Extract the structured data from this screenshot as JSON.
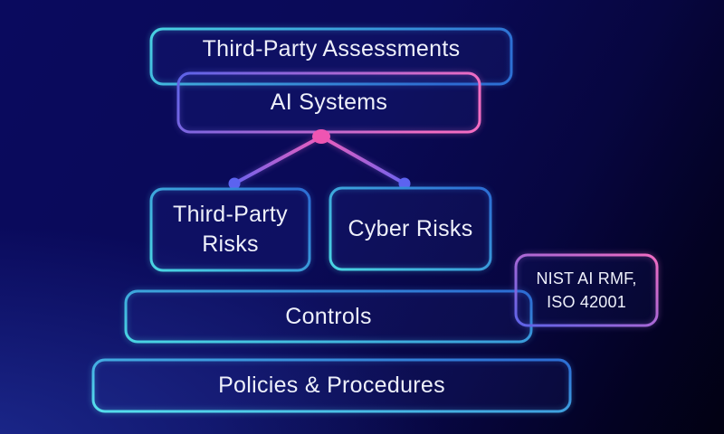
{
  "diagram": {
    "title_hint": "AI governance stack diagram",
    "nodes": [
      {
        "id": "third-party-assessments",
        "label": "Third-Party Assessments",
        "border": "cyan-to-blue"
      },
      {
        "id": "ai-systems",
        "label": "AI Systems",
        "border": "violet-to-pink"
      },
      {
        "id": "third-party-risks",
        "lines": [
          "Third-Party",
          "Risks"
        ],
        "border": "cyan-to-blue"
      },
      {
        "id": "cyber-risks",
        "label": "Cyber Risks",
        "border": "cyan-to-blue"
      },
      {
        "id": "controls",
        "label": "Controls",
        "border": "cyan-to-blue"
      },
      {
        "id": "nist-ai-rmf-iso-42001",
        "lines": [
          "NIST AI RMF,",
          "ISO 42001"
        ],
        "border": "blue-to-pink"
      },
      {
        "id": "policies-procedures",
        "label": "Policies & Procedures",
        "border": "cyan-to-blue"
      }
    ],
    "edges": [
      {
        "from": "ai-systems",
        "to": "third-party-risks"
      },
      {
        "from": "ai-systems",
        "to": "cyber-risks"
      }
    ]
  },
  "palette": {
    "background_navy": "#0a0a5e",
    "background_dark": "#020112",
    "background_glow_blue": "#2d46be",
    "cyan": "#49d2e2",
    "cyan_bright": "#55dcec",
    "blue": "#2d6fd4",
    "violet": "#5c63e8",
    "pink": "#f26cc2",
    "line_pink": "#ee5ebc",
    "line_violet": "#6b63ee",
    "dot_pink": "#ee55b2",
    "dot_blue": "#5c63f0",
    "text": "#eef0fa",
    "node_fill_tint": "rgba(56,78,200,0.10)"
  }
}
